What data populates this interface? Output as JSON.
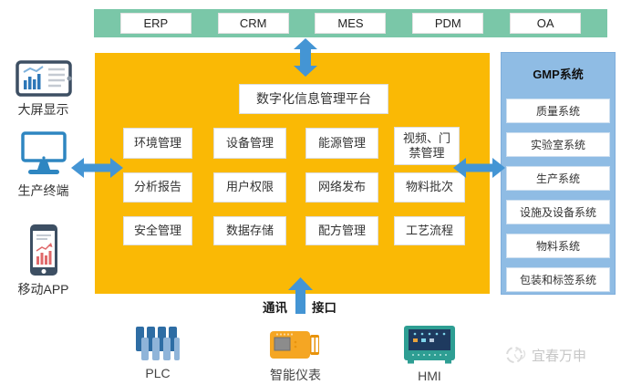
{
  "top_bar": {
    "systems": [
      "ERP",
      "CRM",
      "MES",
      "PDM",
      "OA"
    ]
  },
  "left_panel": {
    "items": [
      {
        "label": "大屏显示",
        "icon": "screen-chart-icon"
      },
      {
        "label": "生产终端",
        "icon": "monitor-icon"
      },
      {
        "label": "移动APP",
        "icon": "phone-chart-icon"
      }
    ]
  },
  "platform": {
    "title": "数字化信息管理平台",
    "modules": [
      [
        "环境管理",
        "设备管理",
        "能源管理",
        "视频、门禁管理"
      ],
      [
        "分析报告",
        "用户权限",
        "网络发布",
        "物料批次"
      ],
      [
        "安全管理",
        "数据存储",
        "配方管理",
        "工艺流程"
      ]
    ]
  },
  "gmp": {
    "title": "GMP系统",
    "systems": [
      "质量系统",
      "实验室系统",
      "生产系统",
      "设施及设备系统",
      "物料系统",
      "包装和标签系统"
    ]
  },
  "bottom": {
    "comm_label": "通讯",
    "port_label": "接口",
    "devices": [
      {
        "label": "PLC",
        "icon": "plc-icon"
      },
      {
        "label": "智能仪表",
        "icon": "instrument-icon"
      },
      {
        "label": "HMI",
        "icon": "hmi-panel-icon"
      }
    ]
  },
  "watermark": {
    "text": "宜春万申"
  },
  "colors": {
    "top_bar_teal": "#7AC7A8",
    "platform_orange": "#FAB905",
    "gmp_blue": "#8FBCE4",
    "arrow_blue": "#4495D4",
    "icon_navy": "#3D4F63",
    "icon_blue": "#2E86C1",
    "icon_red": "#E0696B",
    "instrument_orange": "#F5A623",
    "hmi_teal": "#2E9E93"
  }
}
